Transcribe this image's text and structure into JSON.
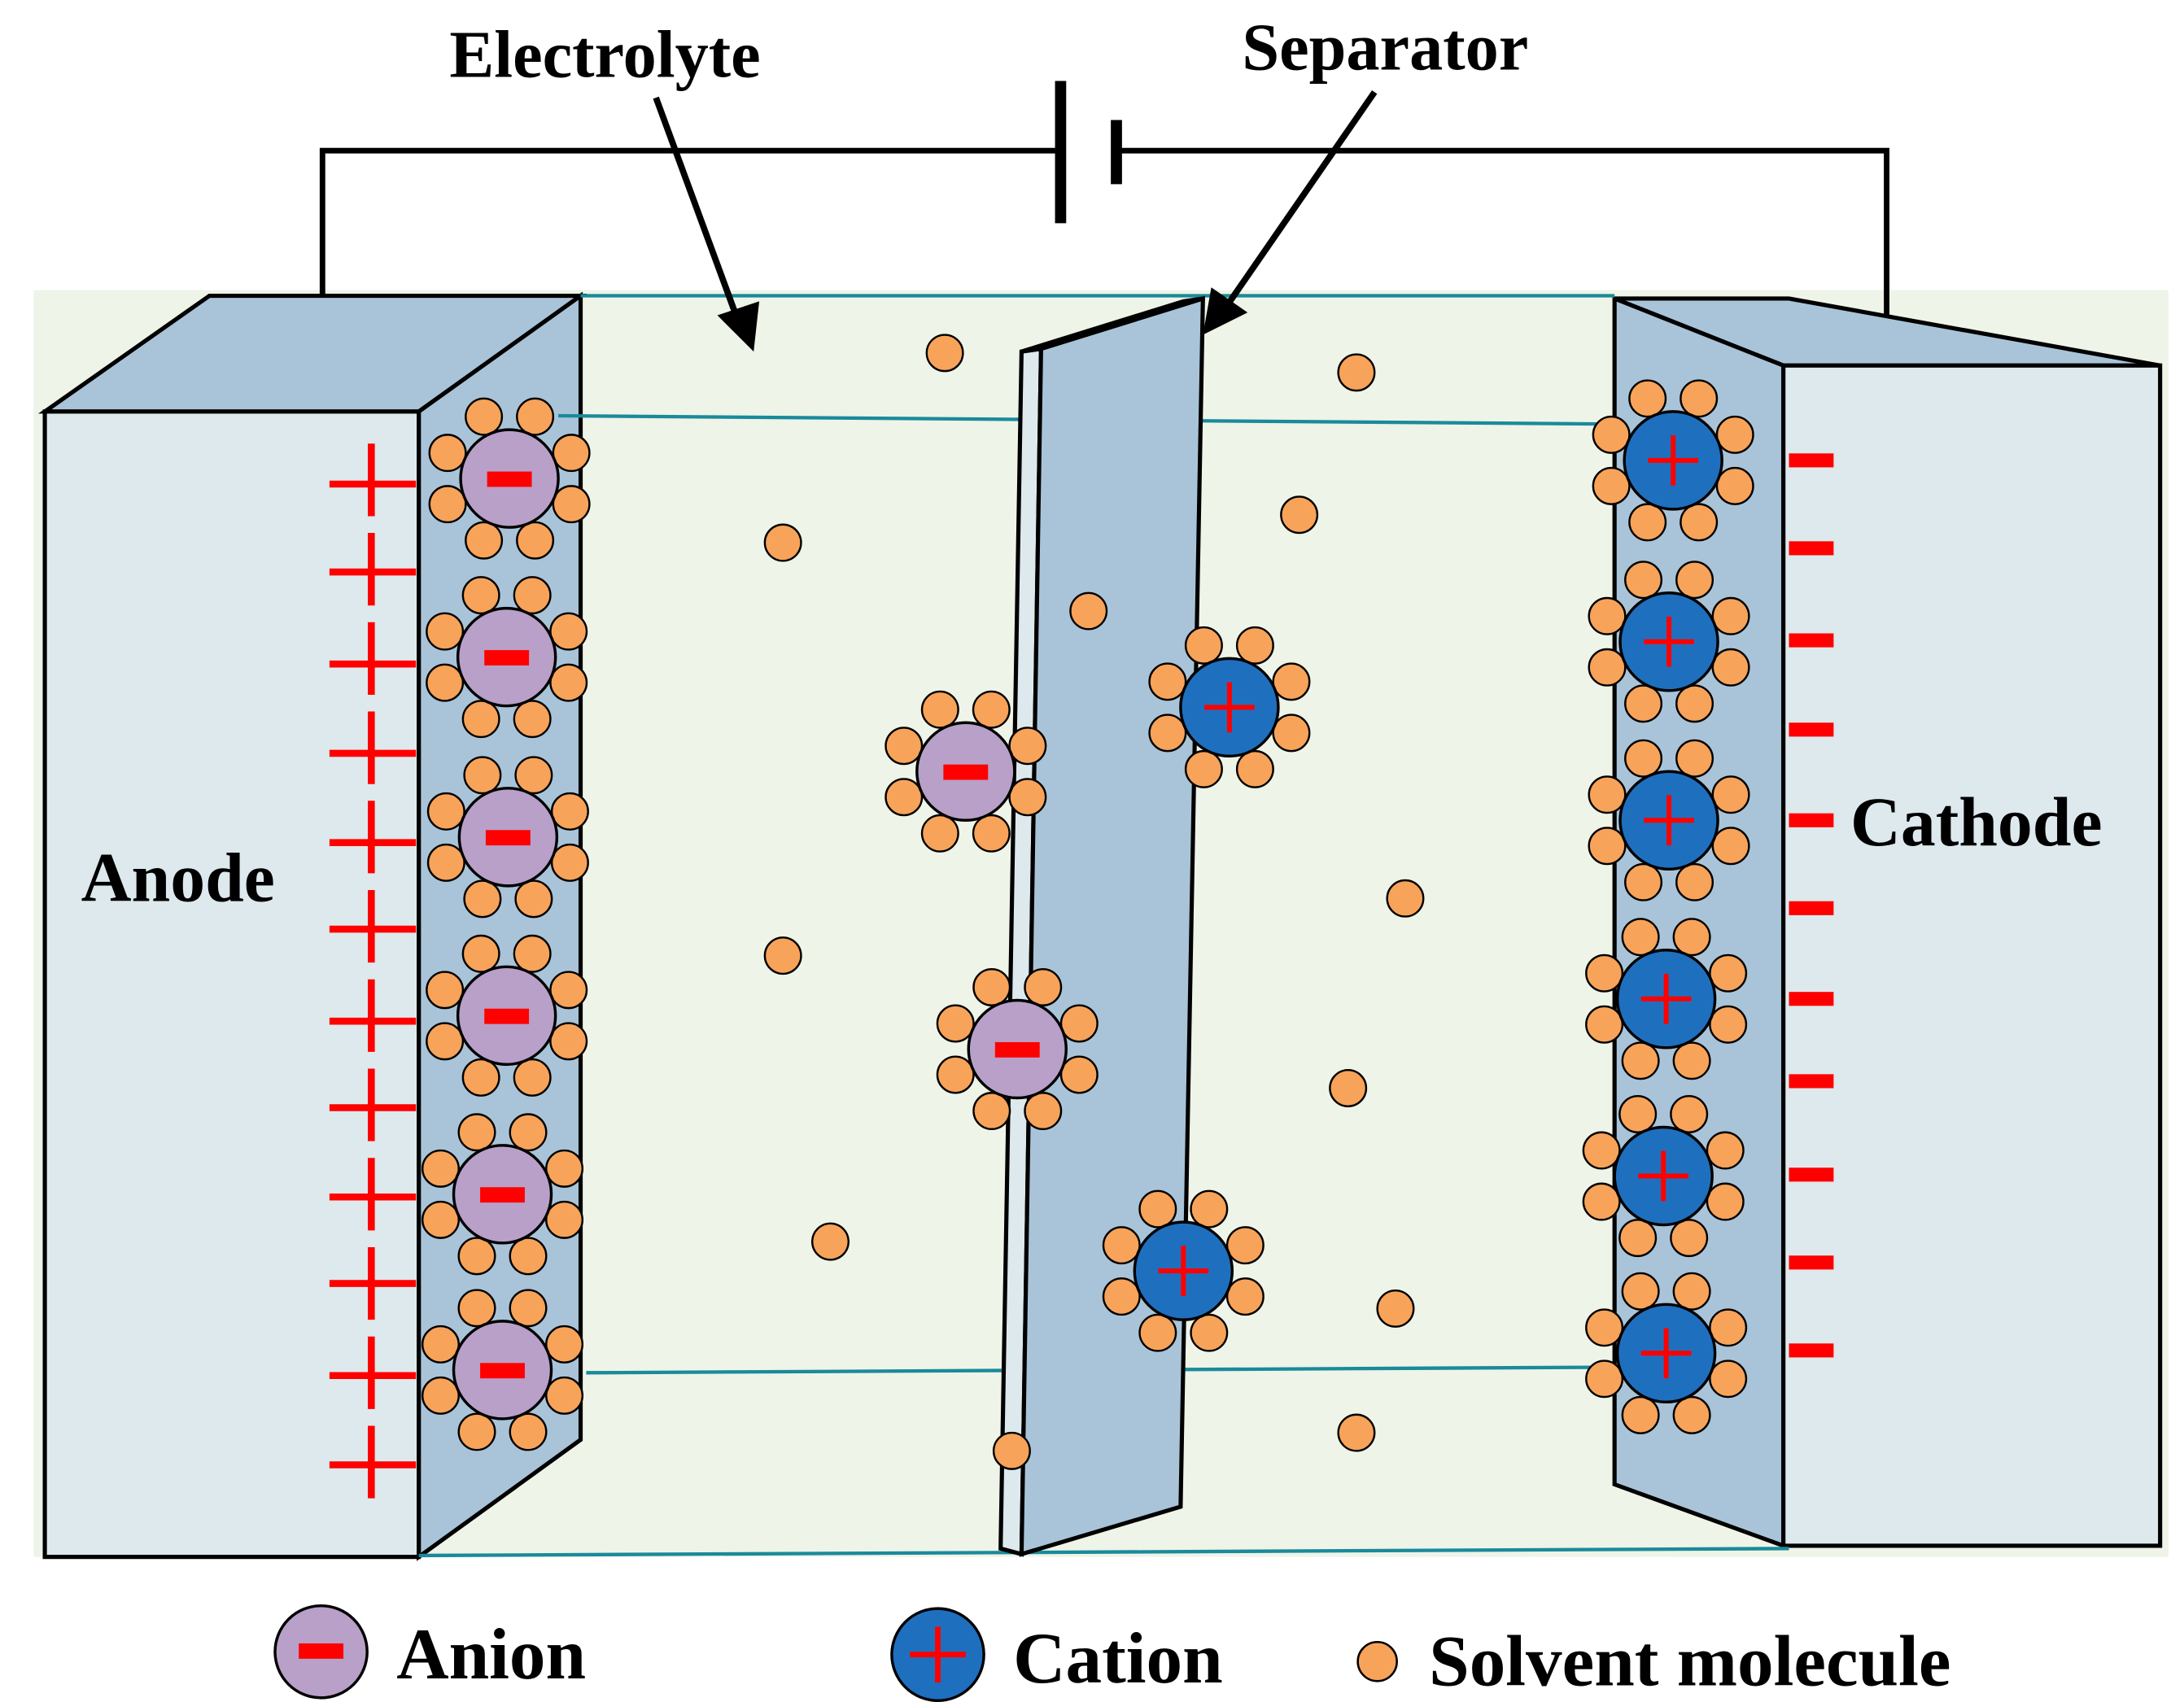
{
  "labels": {
    "electrolyte": "Electrolyte",
    "separator": "Separator",
    "anode": "Anode",
    "cathode": "Cathode"
  },
  "legend": {
    "anion": "Anion",
    "cation": "Cation",
    "solvent": "Solvent molecule"
  },
  "colors": {
    "electrode_face": "#dde9ec",
    "electrode_side": "#a9c4d8",
    "electrolyte_bg": "#eef4e8",
    "anion": "#b8a0c8",
    "cation": "#1f6fbf",
    "solvent": "#f8a35a",
    "charge_sign": "#ff0000",
    "outline": "#000000",
    "guide_line": "#1a8a9a"
  },
  "icons": {
    "battery": "battery-symbol-icon",
    "anion": "minus-sign-icon",
    "cation": "plus-sign-icon"
  }
}
